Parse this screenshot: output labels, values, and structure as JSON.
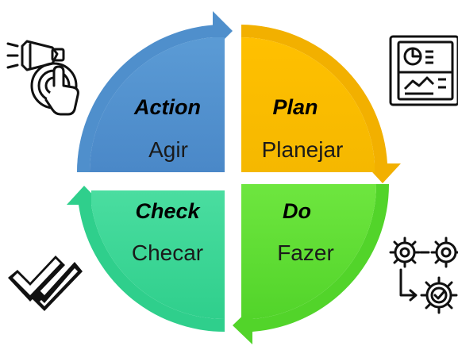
{
  "diagram": {
    "quadrants": [
      {
        "id": "plan",
        "title": "Plan",
        "subtitle": "Planejar",
        "color": "#FFC000",
        "color_light": "#FFD966"
      },
      {
        "id": "do",
        "title": "Do",
        "subtitle": "Fazer",
        "color": "#66E23A",
        "color_light": "#A6F07E"
      },
      {
        "id": "check",
        "title": "Check",
        "subtitle": "Checar",
        "color": "#3ED99A",
        "color_light": "#8CEBC4"
      },
      {
        "id": "action",
        "title": "Action",
        "subtitle": "Agir",
        "color": "#5B9BD5",
        "color_light": "#9DC3E6"
      }
    ],
    "icons": {
      "action": "touch-press-icon",
      "plan": "report-chart-icon",
      "do": "gears-process-icon",
      "check": "double-checkmark-icon"
    }
  }
}
